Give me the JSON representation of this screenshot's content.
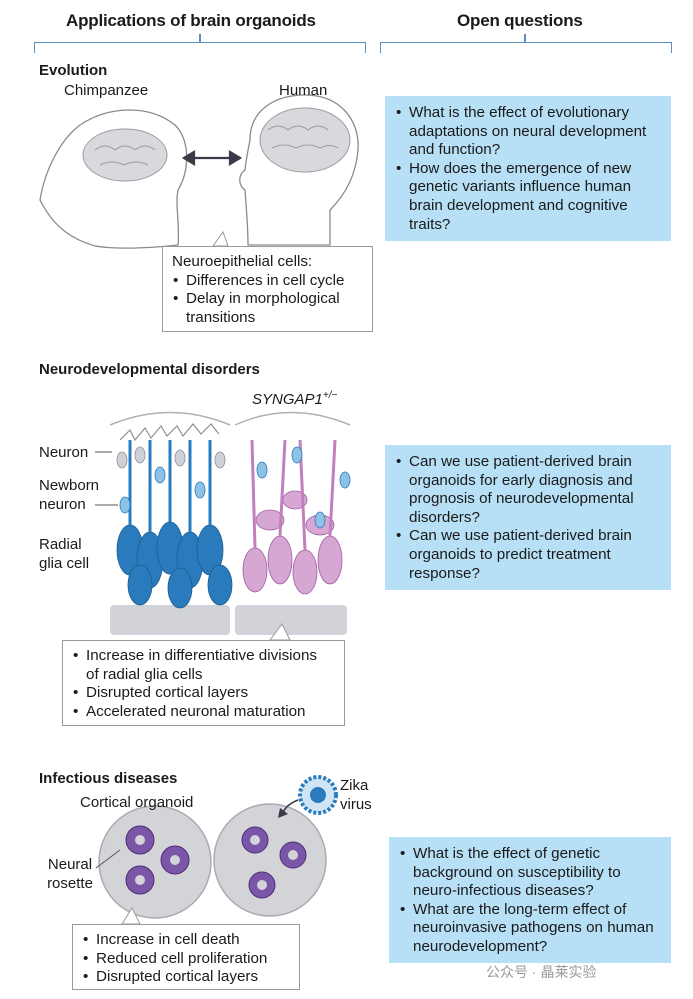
{
  "columns": {
    "left_title": "Applications of brain organoids",
    "right_title": "Open questions"
  },
  "evolution": {
    "title": "Evolution",
    "chimp_label": "Chimpanzee",
    "human_label": "Human",
    "box_head": "Neuroepithelial cells:",
    "box_items": [
      "Differences in cell cycle",
      "Delay in morphological transitions"
    ],
    "questions": [
      "What is the effect of evolutionary adaptations on neural development and function?",
      "How does the emergence of new genetic variants influence human brain development and cognitive traits?"
    ]
  },
  "neurodev": {
    "title": "Neurodevelopmental disorders",
    "gene_label": "SYNGAP1",
    "gene_sup": "+/−",
    "labels": {
      "neuron": "Neuron",
      "newborn": "Newborn neuron",
      "radial": "Radial glia cell"
    },
    "box_items": [
      "Increase in differentiative divisions of radial glia cells",
      "Disrupted cortical layers",
      "Accelerated neuronal maturation"
    ],
    "questions": [
      "Can we use patient-derived brain organoids for early diagnosis and prognosis of neurodevelopmental disorders?",
      "Can we use patient-derived brain organoids to predict treatment response?"
    ]
  },
  "infectious": {
    "title": "Infectious diseases",
    "organoid_label": "Cortical organoid",
    "virus_label": "Zika virus",
    "rosette_label": "Neural rosette",
    "box_items": [
      "Increase in cell death",
      "Reduced cell proliferation",
      "Disrupted cortical layers"
    ],
    "questions": [
      "What is the effect of genetic background on susceptibility to neuro-infectious diseases?",
      "What are the long-term effect of neuroinvasive pathogens on human neurodevelopment?"
    ]
  },
  "watermark": "公众号 · 晶莱实验",
  "colors": {
    "bracket": "#5b8fc4",
    "question_bg": "#b7dff5",
    "normal_cells": "#2a7bbd",
    "mutant_cells": "#c27fbe",
    "rosette": "#6a3b8f"
  }
}
